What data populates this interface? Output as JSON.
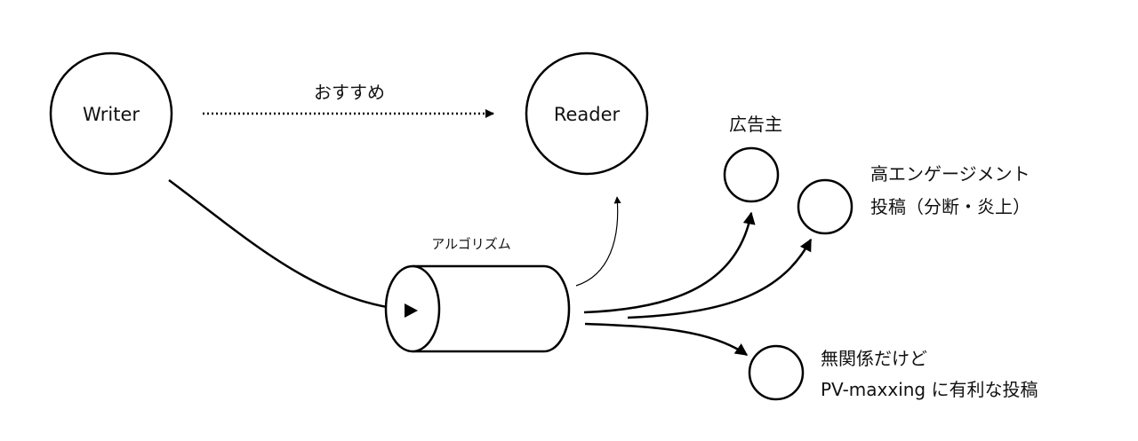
{
  "nodes": {
    "writer": "Writer",
    "reader": "Reader",
    "advertiser": "広告主",
    "high_engagement": [
      "高エンゲージメント",
      "投稿（分断・炎上）"
    ],
    "unrelated": [
      "無関係だけど",
      "PV-maxxing に有利な投稿"
    ]
  },
  "edges": {
    "recommend": "おすすめ"
  },
  "algorithm": "アルゴリズム"
}
